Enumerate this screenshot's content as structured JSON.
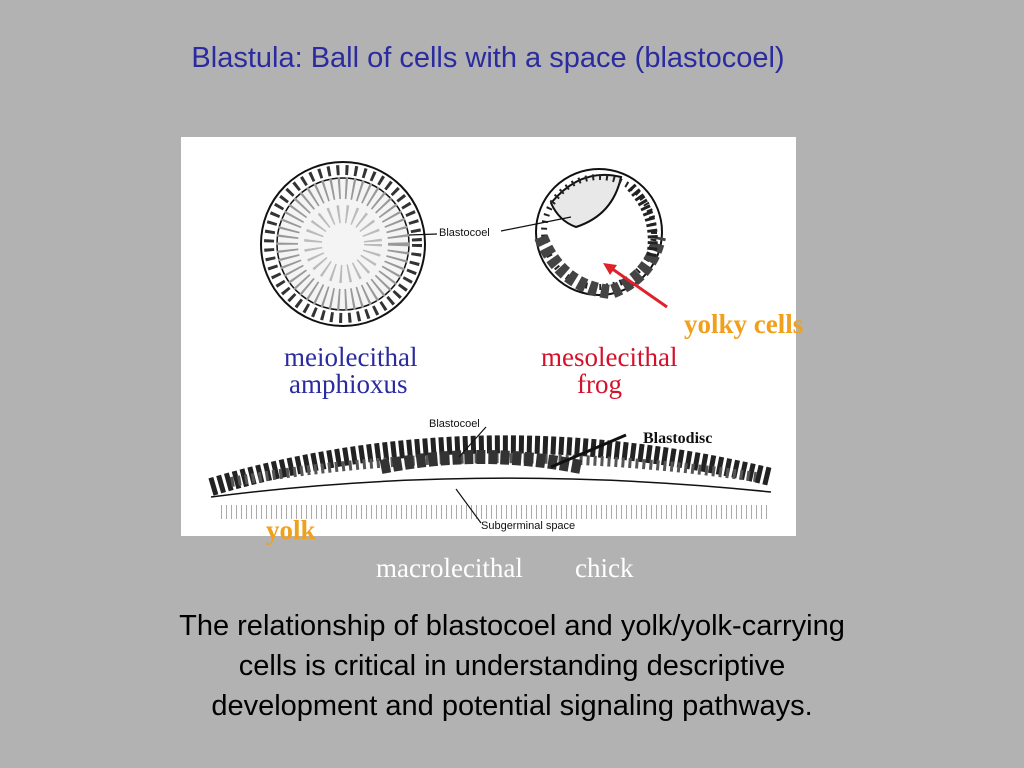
{
  "title": "Blastula: Ball of cells with a space (blastocoel)",
  "figure": {
    "inner_labels": {
      "blastocoel_top": "Blastocoel",
      "blastocoel_chick": "Blastocoel",
      "blastodisc": "Blastodisc",
      "subgerminal_space": "Subgerminal space"
    },
    "amphioxus": {
      "type": "meiolecithal",
      "organism": "amphioxus"
    },
    "frog": {
      "type": "mesolecithal",
      "organism": "frog"
    },
    "chick": {
      "type": "macrolecithal",
      "organism": "chick"
    },
    "yolky_cells_label": "yolky cells",
    "yolk_label": "yolk"
  },
  "caption_lines": [
    "The relationship of blastocoel and yolk/yolk-carrying",
    "cells is critical in understanding descriptive",
    "development and potential signaling pathways."
  ],
  "colors": {
    "background": "#b2b2b2",
    "title": "#2b2b9f",
    "meiolecithal": "#2b2b9f",
    "mesolecithal": "#d4102a",
    "highlight": "#f0a01c",
    "arrow": "#e0202a"
  }
}
